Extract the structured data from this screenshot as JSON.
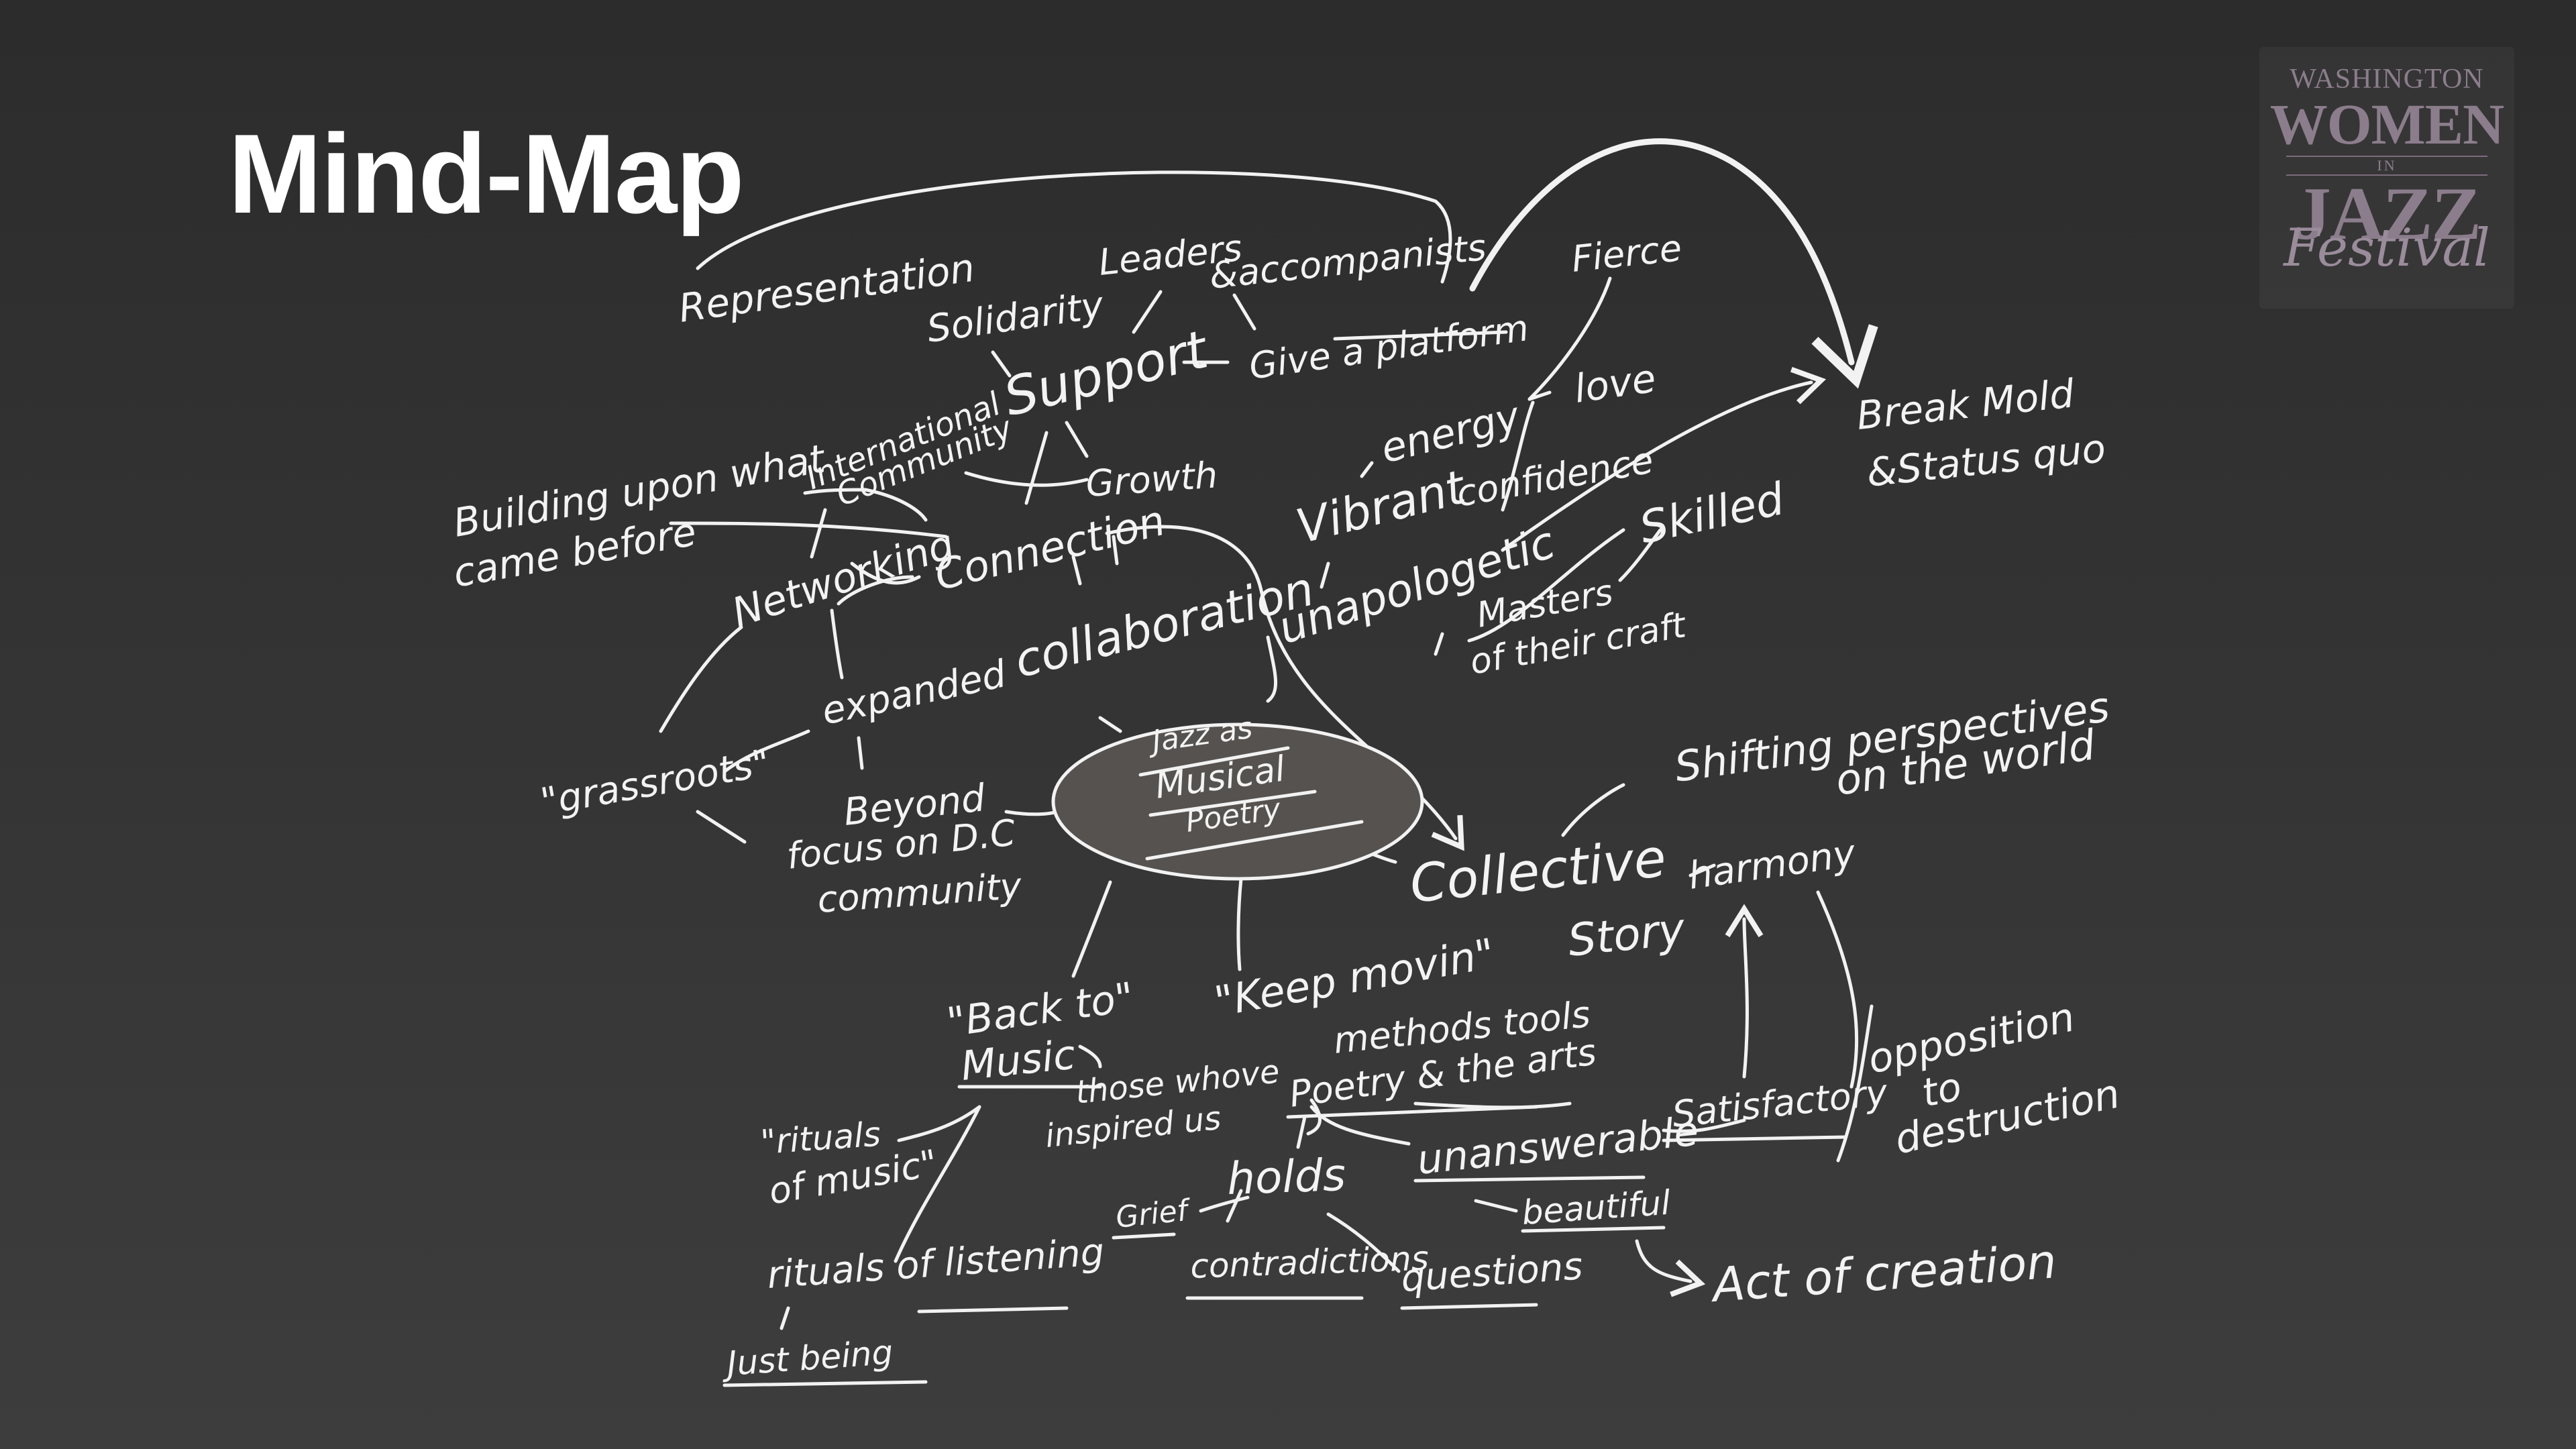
{
  "header": {
    "title": "Mind-Map"
  },
  "logo": {
    "line1": "WASHINGTON",
    "line2": "WOMEN",
    "line3": "IN",
    "line4": "JAZZ",
    "line5": "Festival"
  },
  "center": {
    "line1": "Jazz as",
    "line2": "Musical",
    "line3": "Poetry"
  },
  "nodes": {
    "representation": "Representation",
    "solidarity": "Solidarity",
    "leaders": "Leaders",
    "accompanists": "&accompanists",
    "fierce": "Fierce",
    "break_mold_1": "Break Mold",
    "break_mold_2": "&Status quo",
    "support": "Support",
    "give_platform": "Give a platform",
    "love": "love",
    "intl_1": "International",
    "intl_2": "Community",
    "growth": "Growth",
    "energy": "energy",
    "building_1": "Building upon what",
    "building_2": "came before",
    "vibrant": "Vibrant",
    "confidence": "confidence",
    "skilled": "Skilled",
    "networking": "Networking",
    "connection": "Connection",
    "collaboration": "collaboration",
    "unapologetic": "unapologetic",
    "masters_1": "Masters",
    "masters_2": "of their craft",
    "expanded": "expanded",
    "shifting_1": "Shifting perspectives",
    "shifting_2": "on the world",
    "grassroots": "\"grassroots\"",
    "beyond_1": "Beyond",
    "beyond_2": "focus on D.C",
    "beyond_3": "community",
    "collective_1": "Collective",
    "collective_2": "Story",
    "harmony": "harmony",
    "back_1": "\"Back to\"",
    "back_2": "Music",
    "keep_moving": "\"Keep movin\"",
    "methods_tools": "methods tools",
    "poetry_arts": "Poetry & the arts",
    "those_1": "those whove",
    "those_2": "inspired us",
    "opposition_1": "opposition",
    "opposition_2": "to",
    "opposition_3": "destruction",
    "rituals_music_1": "\"rituals",
    "rituals_music_2": "of music\"",
    "satisfactory": "Satisfactory",
    "holds": "holds",
    "unanswerable": "unanswerable",
    "grief": "Grief",
    "beautiful": "beautiful",
    "rituals_listening": "rituals of listening",
    "contradictions": "contradictions",
    "questions": "questions",
    "act_creation": "Act of creation",
    "just_being": "Just being"
  }
}
